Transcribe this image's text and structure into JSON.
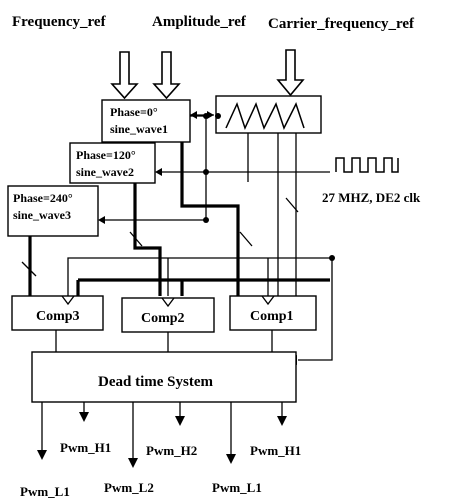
{
  "inputs": {
    "frequency_ref": "Frequency_ref",
    "amplitude_ref": "Amplitude_ref",
    "carrier_frequency_ref": "Carrier_frequency_ref"
  },
  "sine_blocks": [
    {
      "phase": "Phase=0°",
      "name": "sine_wave1"
    },
    {
      "phase": "Phase=120°",
      "name": "sine_wave2"
    },
    {
      "phase": "Phase=240°",
      "name": "sine_wave3"
    }
  ],
  "clock_label": "27  MHZ, DE2 clk",
  "comparators": [
    "Comp3",
    "Comp2",
    "Comp1"
  ],
  "dead_time_label": "Dead time System",
  "outputs": {
    "upper": [
      "Pwm_H1",
      "Pwm_H2",
      "Pwm_H1"
    ],
    "lower": [
      "Pwm_L1",
      "Pwm_L2",
      "Pwm_L1"
    ]
  }
}
